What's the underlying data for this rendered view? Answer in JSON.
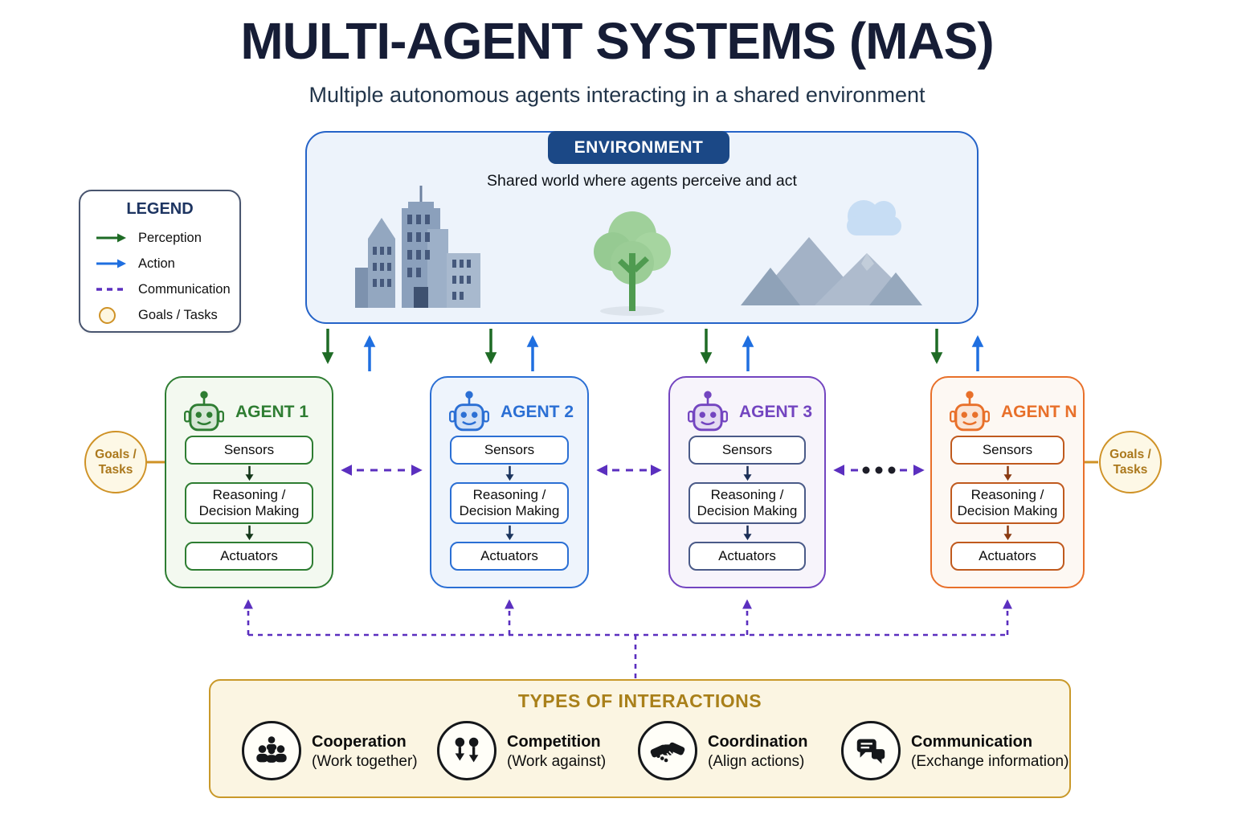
{
  "title": "MULTI-AGENT SYSTEMS (MAS)",
  "subtitle": "Multiple autonomous agents interacting in a shared environment",
  "legend": {
    "title": "LEGEND",
    "items": [
      {
        "label": "Perception",
        "symbol": "green-arrow",
        "color": "#1e6b25"
      },
      {
        "label": "Action",
        "symbol": "blue-arrow",
        "color": "#1f6fe0"
      },
      {
        "label": "Communication",
        "symbol": "purple-dashed-line",
        "color": "#5b2fbf"
      },
      {
        "label": "Goals / Tasks",
        "symbol": "gold-circle",
        "color": "#cf9226"
      }
    ]
  },
  "environment": {
    "label": "ENVIRONMENT",
    "description": "Shared world where agents perceive and act",
    "illustrations": [
      "city-buildings",
      "tree",
      "mountains",
      "cloud"
    ],
    "border_color": "#2563c8",
    "header_color": "#1b4886"
  },
  "agents": [
    {
      "name": "AGENT 1",
      "theme_color": "#2e7d32",
      "components": [
        "Sensors",
        "Reasoning / Decision Making",
        "Actuators"
      ]
    },
    {
      "name": "AGENT 2",
      "theme_color": "#2b6fd4",
      "components": [
        "Sensors",
        "Reasoning / Decision Making",
        "Actuators"
      ]
    },
    {
      "name": "AGENT 3",
      "theme_color": "#7345c0",
      "components": [
        "Sensors",
        "Reasoning / Decision Making",
        "Actuators"
      ]
    },
    {
      "name": "AGENT N",
      "theme_color": "#e8702a",
      "components": [
        "Sensors",
        "Reasoning / Decision Making",
        "Actuators"
      ]
    }
  ],
  "goals_left": {
    "label": "Goals / Tasks"
  },
  "goals_right": {
    "label": "Goals / Tasks"
  },
  "more_agents_indicator": "ellipsis-dots",
  "interactions": {
    "title": "TYPES OF INTERACTIONS",
    "items": [
      {
        "label": "Cooperation",
        "sublabel": "(Work together)",
        "icon": "people-group-icon"
      },
      {
        "label": "Competition",
        "sublabel": "(Work against)",
        "icon": "opposing-arrows-icon"
      },
      {
        "label": "Coordination",
        "sublabel": "(Align actions)",
        "icon": "handshake-icon"
      },
      {
        "label": "Communication",
        "sublabel": "(Exchange information)",
        "icon": "chat-bubbles-icon"
      }
    ],
    "accent_color": "#c9992a"
  }
}
